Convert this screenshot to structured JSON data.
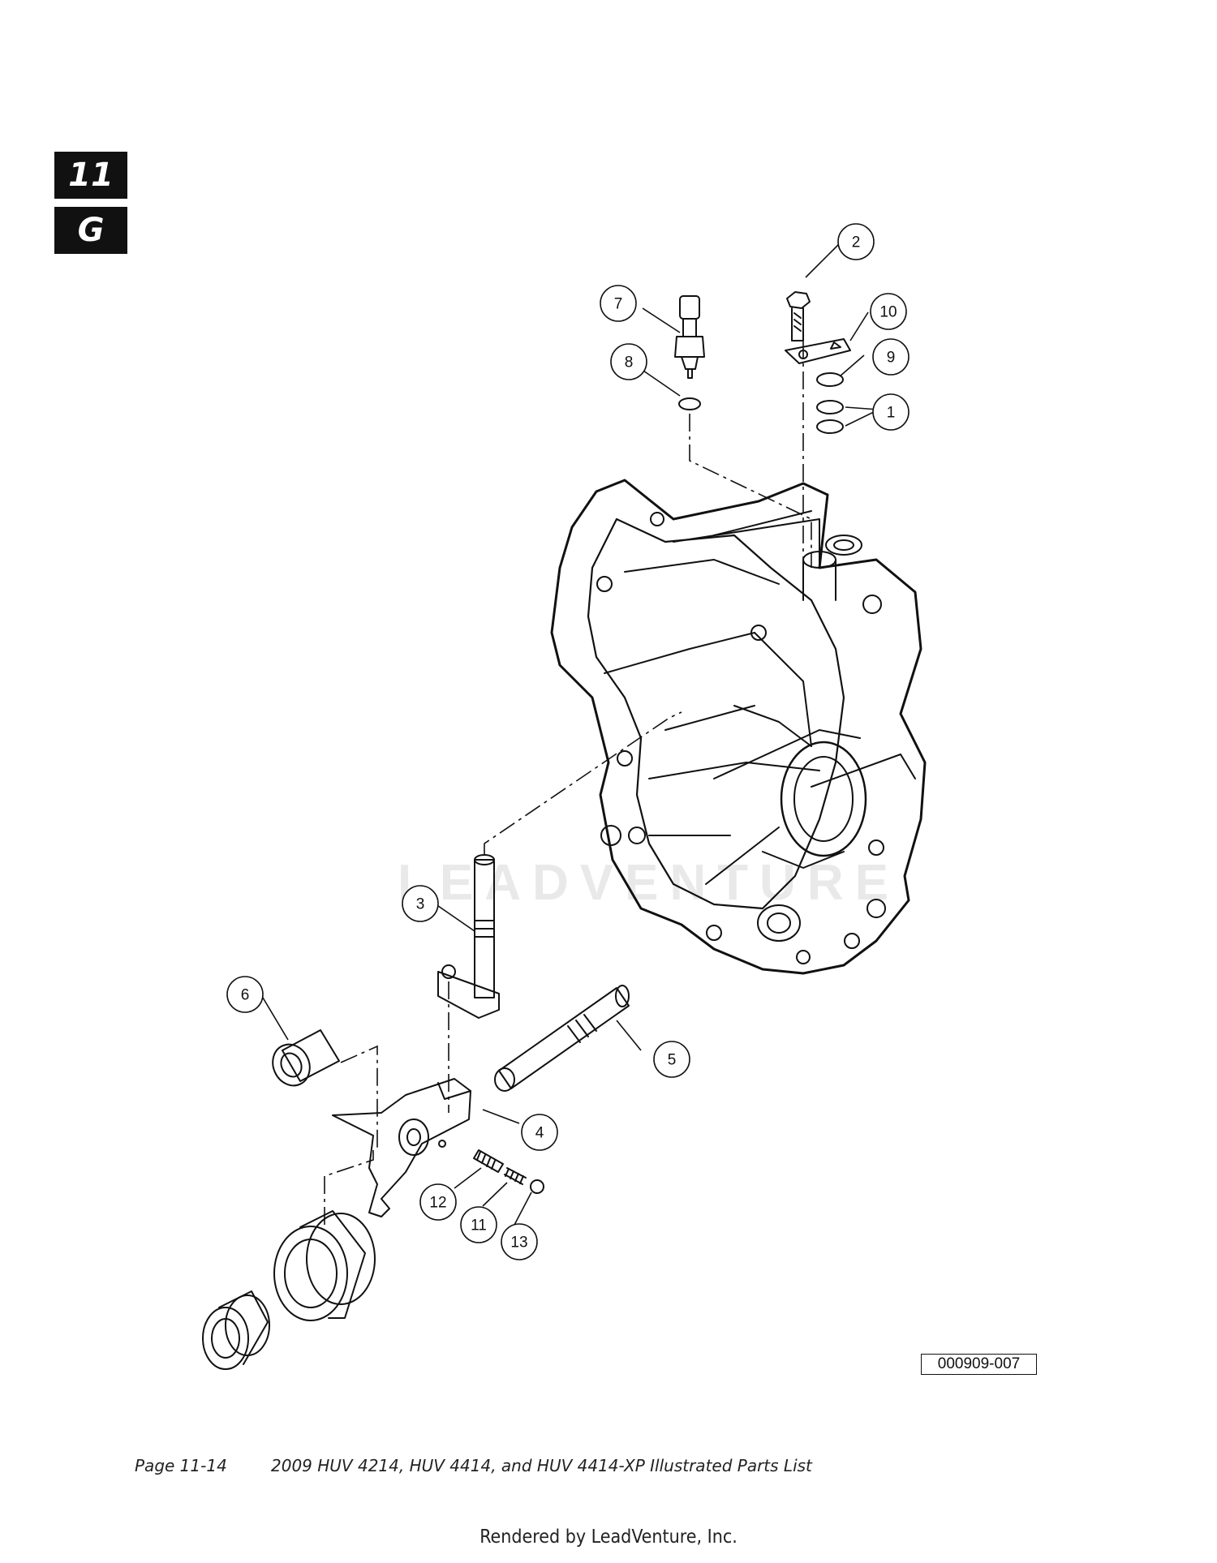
{
  "section_tabs": {
    "section": "11",
    "subsection": "G"
  },
  "watermark": "LEADVENTURE",
  "callouts": [
    {
      "id": "c1",
      "label": "1"
    },
    {
      "id": "c2",
      "label": "2"
    },
    {
      "id": "c3",
      "label": "3"
    },
    {
      "id": "c4",
      "label": "4"
    },
    {
      "id": "c5",
      "label": "5"
    },
    {
      "id": "c6",
      "label": "6"
    },
    {
      "id": "c7",
      "label": "7"
    },
    {
      "id": "c8",
      "label": "8"
    },
    {
      "id": "c9",
      "label": "9"
    },
    {
      "id": "c10",
      "label": "10"
    },
    {
      "id": "c11",
      "label": "11"
    },
    {
      "id": "c12",
      "label": "12"
    },
    {
      "id": "c13",
      "label": "13"
    }
  ],
  "figure_id": "000909-007",
  "footer": {
    "page": "Page 11-14",
    "title": "2009 HUV 4214, HUV 4414, and HUV 4414-XP Illustrated Parts List"
  },
  "rendered_by": "Rendered by LeadVenture, Inc."
}
